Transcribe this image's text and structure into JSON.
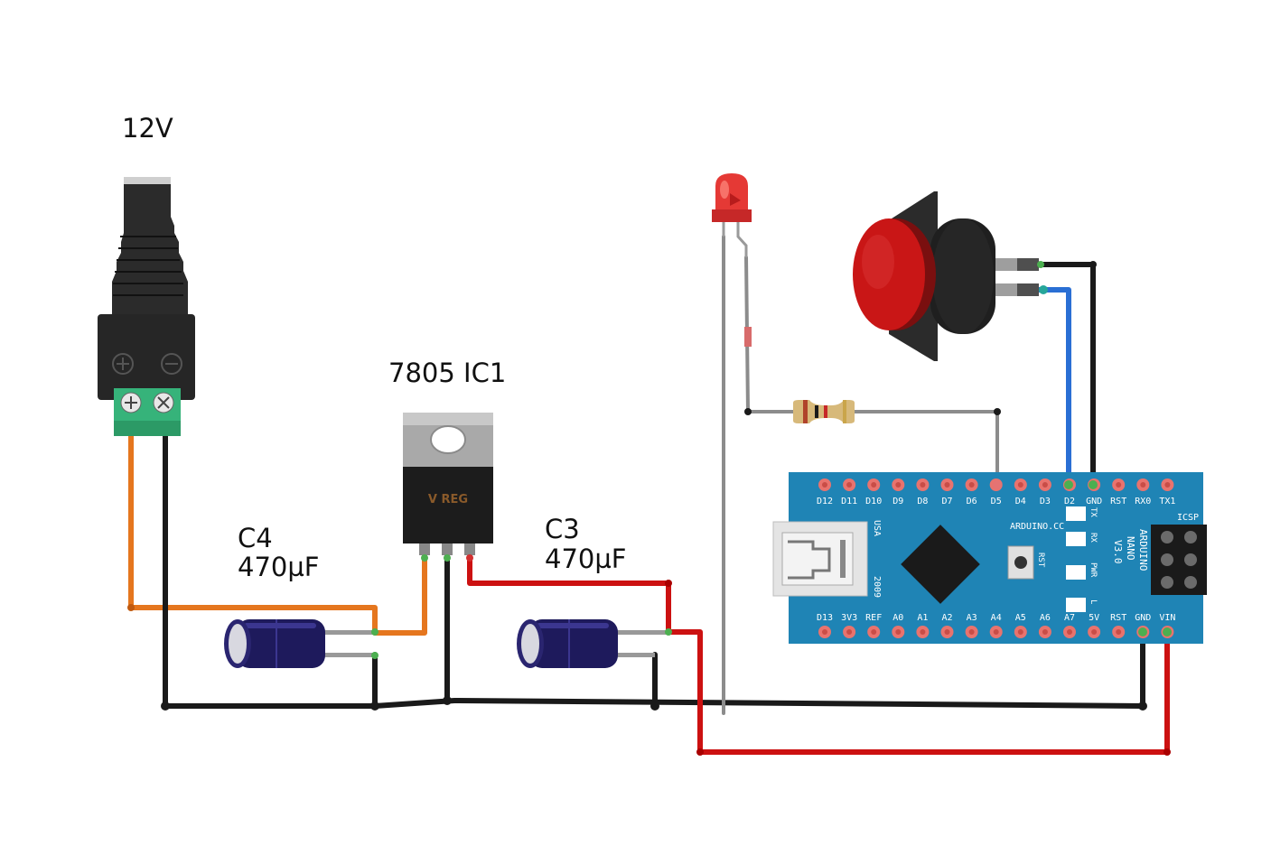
{
  "labels": {
    "supply": "12V",
    "regulator": "7805 IC1",
    "c4_name": "C4",
    "c4_value": "470µF",
    "c3_name": "C3",
    "c3_value": "470µF"
  },
  "regulator_marking": "V REG",
  "nano": {
    "top_pins": [
      "D12",
      "D11",
      "D10",
      "D9",
      "D8",
      "D7",
      "D6",
      "D5",
      "D4",
      "D3",
      "D2",
      "GND",
      "RST",
      "RX0",
      "TX1"
    ],
    "bottom_pins": [
      "D13",
      "3V3",
      "REF",
      "A0",
      "A1",
      "A2",
      "A3",
      "A4",
      "A5",
      "A6",
      "A7",
      "5V",
      "RST",
      "GND",
      "VIN"
    ],
    "brand": "ARDUINO.CC",
    "model_line1": "ARDUINO",
    "model_line2": "NANO",
    "model_line3": "V3.0",
    "icsp": "ICSP",
    "usa": "USA",
    "year": "2009",
    "rst_button": "RST",
    "led_tx": "TX",
    "led_rx": "RX",
    "led_pwr": "PWR",
    "led_l": "L"
  },
  "colors": {
    "wire_orange": "#e5761e",
    "wire_black": "#1a1a1a",
    "wire_red": "#cc1111",
    "wire_blue": "#2a6fd4",
    "wire_grey": "#8c8c8c",
    "board": "#1f84b5"
  }
}
